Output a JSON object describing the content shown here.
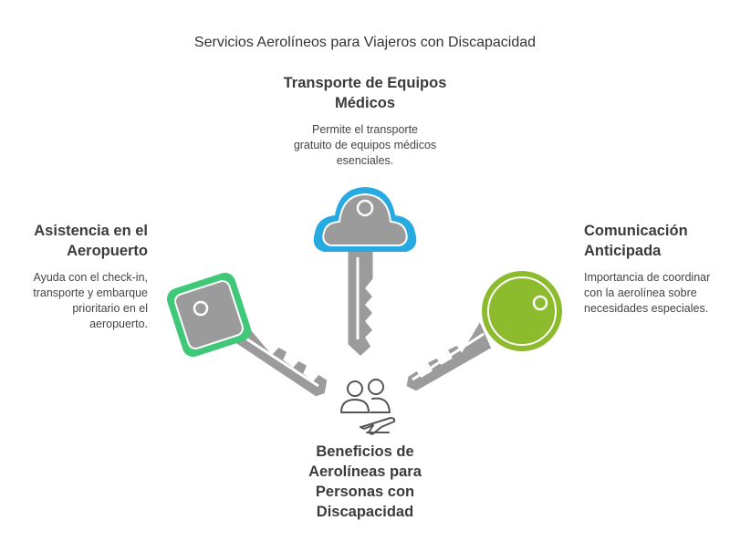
{
  "title": "Servicios Aerolíneos para Viajeros con Discapacidad",
  "center": {
    "label": "Beneficios de Aerolíneas para Personas con Discapacidad",
    "icon": "passengers-plane-icon"
  },
  "items": [
    {
      "title": "Transporte de Equipos Médicos",
      "description": "Permite el transporte gratuito de equipos médicos esenciales.",
      "color": "#27a9e1",
      "icon": "cloud-key-icon"
    },
    {
      "title": "Asistencia en el Aeropuerto",
      "description": "Ayuda con el check-in, transporte y embarque prioritario en el aeropuerto.",
      "color": "#3ec878",
      "icon": "square-key-icon"
    },
    {
      "title": "Comunicación Anticipada",
      "description": "Importancia de coordinar con la aerolínea sobre necesidades especiales.",
      "color": "#8dbb2e",
      "icon": "round-key-icon"
    }
  ],
  "colors": {
    "key_gray": "#9b9b9b",
    "key_outline": "#ffffff",
    "text": "#3b3b3b"
  }
}
